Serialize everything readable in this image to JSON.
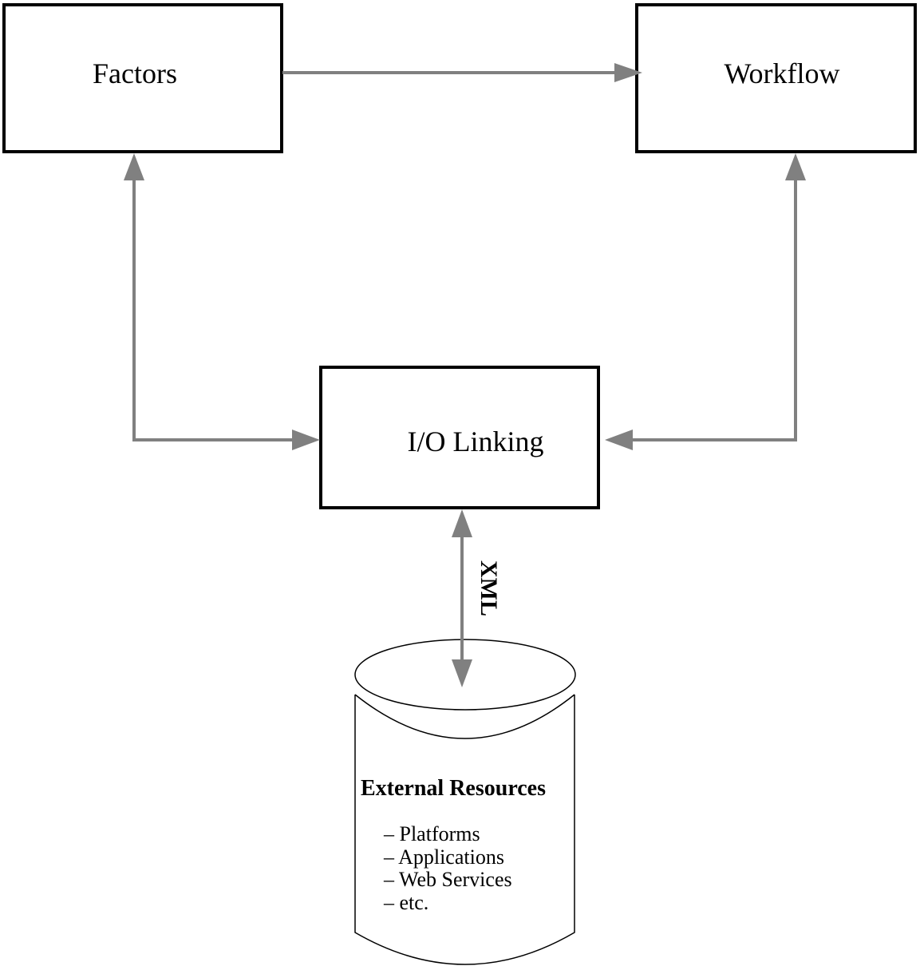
{
  "nodes": {
    "factors": {
      "label": "Factors"
    },
    "workflow": {
      "label": "Workflow"
    },
    "io_linking": {
      "label": "I/O Linking"
    },
    "external_resources": {
      "title": "External Resources",
      "items": [
        "– Platforms",
        "– Applications",
        "– Web Services",
        "– etc."
      ]
    }
  },
  "edges": {
    "xml": {
      "label": "XML"
    }
  },
  "colors": {
    "arrow": "#808080",
    "box_border": "#000000",
    "text": "#000000",
    "background": "#ffffff"
  }
}
